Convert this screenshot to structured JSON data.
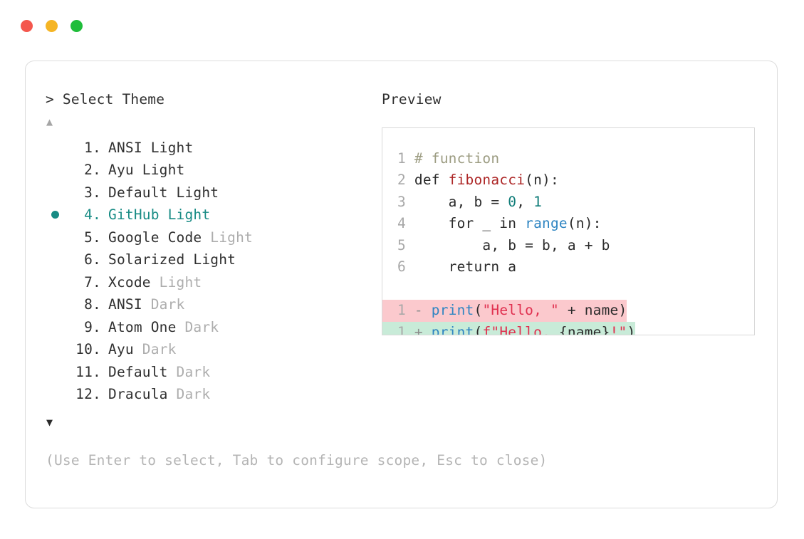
{
  "window": {
    "dots": [
      {
        "name": "close-dot",
        "color": "#f4574d"
      },
      {
        "name": "minimize-dot",
        "color": "#f5b525"
      },
      {
        "name": "maximize-dot",
        "color": "#1fbd3a"
      }
    ]
  },
  "left": {
    "prompt": "> Select Theme",
    "scroll_up": "▲",
    "scroll_down": "▼",
    "selected_index": 4,
    "accent": "#178b84",
    "items": [
      {
        "num": " 1.",
        "name": "ANSI",
        "suffix": "Light",
        "suffix_dim": false,
        "selected": false
      },
      {
        "num": " 2.",
        "name": "Ayu",
        "suffix": "Light",
        "suffix_dim": false,
        "selected": false
      },
      {
        "num": " 3.",
        "name": "Default",
        "suffix": "Light",
        "suffix_dim": false,
        "selected": false
      },
      {
        "num": " 4.",
        "name": "GitHub",
        "suffix": "Light",
        "suffix_dim": false,
        "selected": true
      },
      {
        "num": " 5.",
        "name": "Google Code",
        "suffix": "Light",
        "suffix_dim": true,
        "selected": false
      },
      {
        "num": " 6.",
        "name": "Solarized",
        "suffix": "Light",
        "suffix_dim": false,
        "selected": false
      },
      {
        "num": " 7.",
        "name": "Xcode",
        "suffix": "Light",
        "suffix_dim": true,
        "selected": false
      },
      {
        "num": " 8.",
        "name": "ANSI",
        "suffix": "Dark",
        "suffix_dim": true,
        "selected": false
      },
      {
        "num": " 9.",
        "name": "Atom One",
        "suffix": "Dark",
        "suffix_dim": true,
        "selected": false
      },
      {
        "num": "10.",
        "name": "Ayu",
        "suffix": "Dark",
        "suffix_dim": true,
        "selected": false
      },
      {
        "num": "11.",
        "name": "Default",
        "suffix": "Dark",
        "suffix_dim": true,
        "selected": false
      },
      {
        "num": "12.",
        "name": "Dracula",
        "suffix": "Dark",
        "suffix_dim": true,
        "selected": false
      }
    ],
    "hint": "(Use Enter to select, Tab to configure scope, Esc to close)"
  },
  "right": {
    "preview_label": "Preview",
    "code": {
      "lines": [
        {
          "n": "1",
          "text": "# function"
        },
        {
          "n": "2",
          "text": "def fibonacci(n):"
        },
        {
          "n": "3",
          "text": "    a, b = 0, 1"
        },
        {
          "n": "4",
          "text": "    for _ in range(n):"
        },
        {
          "n": "5",
          "text": "        a, b = b, a + b"
        },
        {
          "n": "6",
          "text": "    return a"
        }
      ],
      "diff": [
        {
          "n": "1",
          "marker": "-",
          "text": "print(\"Hello, \" + name)",
          "kind": "del"
        },
        {
          "n": "1",
          "marker": "+",
          "text": "print(f\"Hello, {name}!\")",
          "kind": "add"
        }
      ]
    }
  },
  "code_tokens": {
    "l1_ln": "1",
    "l1_comment": "# function",
    "l2_ln": "2",
    "l2_kw": "def ",
    "l2_fn": "fibonacci",
    "l2_rest": "(n):",
    "l3_ln": "3",
    "l3_a": "    a, b = ",
    "l3_n0": "0",
    "l3_c": ", ",
    "l3_n1": "1",
    "l4_ln": "4",
    "l4_a": "    for _ in ",
    "l4_b": "range",
    "l4_c": "(n):",
    "l5_ln": "5",
    "l5_a": "        a, b = b, a + b",
    "l6_ln": "6",
    "l6_a": "    return a",
    "d1_ln": "1",
    "d1_mark": " - ",
    "d1_fn": "print",
    "d1_p1": "(",
    "d1_str": "\"Hello, \"",
    "d1_mid": " + name",
    "d1_p2": ")",
    "d2_ln": "1",
    "d2_mark": " + ",
    "d2_fn": "print",
    "d2_p1": "(",
    "d2_str": "f\"Hello, ",
    "d2_brace": "{name}",
    "d2_bang": "!",
    "d2_q": "\"",
    "d2_p2": ")"
  },
  "colors": {
    "accent_teal": "#178b84",
    "text": "#2f2f2f",
    "dim": "#adadad",
    "border": "#dcdcdc",
    "diff_del_bg": "#fbc9cd",
    "diff_add_bg": "#c8ebd8",
    "comment": "#9c9c82",
    "function": "#ad2727",
    "number": "#0f7c78",
    "builtin": "#2f85c2",
    "string": "#e0304f"
  }
}
